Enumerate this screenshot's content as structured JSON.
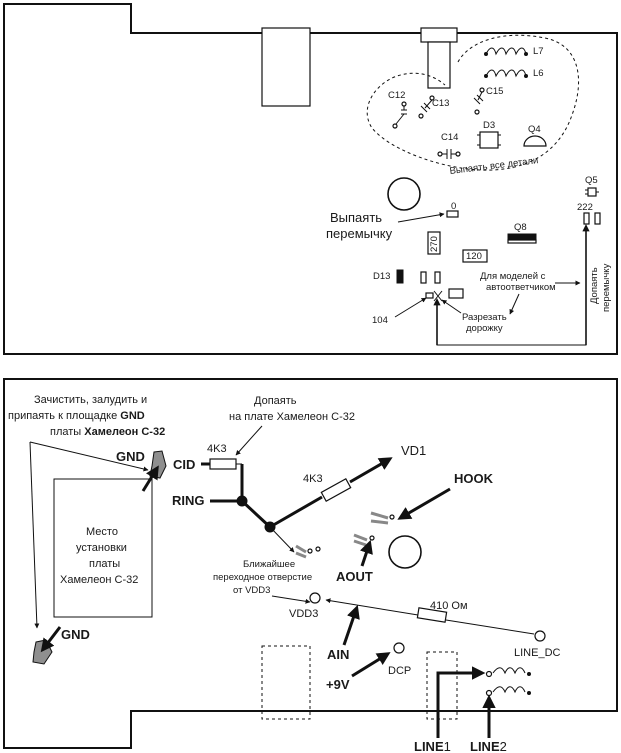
{
  "top_board": {
    "components": {
      "l7": "L7",
      "l6": "L6",
      "c12": "C12",
      "c13": "C13",
      "c15": "C15",
      "d3": "D3",
      "q4": "Q4",
      "c14": "C14",
      "q5": "Q5",
      "r222": "222",
      "q8": "Q8",
      "r270": "270",
      "r120": "120",
      "d13": "D13",
      "r104": "104",
      "zero": "0"
    },
    "notes": {
      "desolder_all": "Выпаять все детали",
      "desolder_jumper_1": "Выпаять",
      "desolder_jumper_2": "перемычку",
      "answering_models_1": "Для моделей с",
      "answering_models_2": "автоответчиком",
      "cut_track_1": "Разрезать",
      "cut_track_2": "дорожку",
      "solder_jumper_1": "Допаять",
      "solder_jumper_2": "перемычку"
    }
  },
  "bottom_board": {
    "instructions": {
      "clean_line1": "Зачистить, залудить и",
      "clean_line2_a": "припаять к площадке ",
      "clean_line2_b": "GND",
      "clean_line3_a": "платы ",
      "clean_line3_b": "Хамелеон С-32",
      "solder_on_line1": "Допаять",
      "solder_on_line2": "на плате Хамелеон С-32",
      "mount_line1": "Место",
      "mount_line2": "установки",
      "mount_line3": "платы",
      "mount_line4": "Хамелеон С-32",
      "via_line1": "Ближайшее",
      "via_line2": "переходное отверстие",
      "via_line3": "от VDD3"
    },
    "labels": {
      "gnd_top": "GND",
      "gnd_bottom": "GND",
      "cid": "CID",
      "ring": "RING",
      "r1": "4K3",
      "r2": "4K3",
      "vd1": "VD1",
      "hook": "HOOK",
      "aout": "AOUT",
      "vdd3": "VDD3",
      "r410": "410 Ом",
      "line_dc": "LINE_DC",
      "ain": "AIN",
      "dcp": "DCP",
      "plus9v": "+9V",
      "line1_a": "LINE",
      "line1_b": "1",
      "line2_a": "LINE",
      "line2_b": "2"
    }
  }
}
